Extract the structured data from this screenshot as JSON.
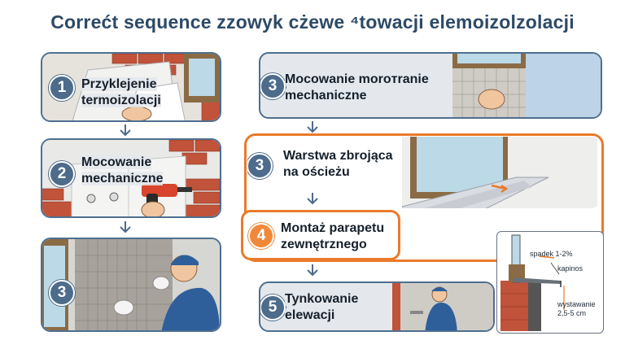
{
  "title": "Correćt sequence zzowyk cżewe ⁴towacji elemoizolzolacji",
  "steps": [
    {
      "number": "1",
      "label": "Przyklejenie\ntermoizolacji"
    },
    {
      "number": "2",
      "label": "Mocowanie\nmechaniczne"
    },
    {
      "number": "3",
      "label": ""
    },
    {
      "number": "3",
      "label": "Mocowanie moroтranie\nmechaniczne"
    },
    {
      "number": "3",
      "label": "Warstwa zbrojąca\nna ościeżu"
    },
    {
      "number": "4",
      "label": "Montaż parapetu\nzewnętrznego"
    },
    {
      "number": "5",
      "label": "Tynkowanie\nelewacji"
    }
  ],
  "detail": {
    "slope": "spadek 1-2%",
    "drip": "kapinos",
    "overhang": "wystawanie\n2,5-5 cm"
  },
  "colors": {
    "accent": "#ea7a2a",
    "primary": "#4d6b8a",
    "brick": "#c0533a"
  }
}
